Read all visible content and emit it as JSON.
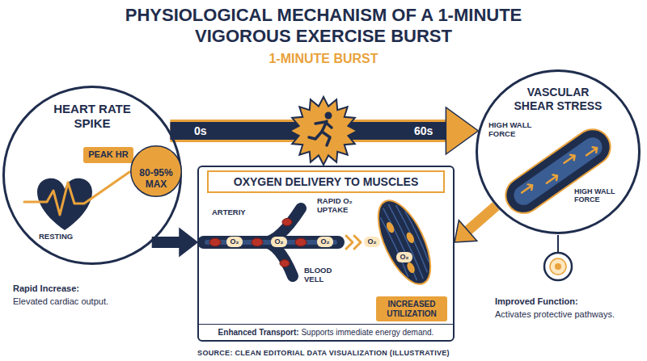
{
  "diagram": {
    "title": "PHYSIOLOGICAL MECHANISM OF A 1-MINUTE VIGOROUS EXERCISE BURST",
    "caption": "SOURCE: CLEAN EDITORIAL DATA VISUALIZATION (ILLUSTRATIVE)",
    "nodes": [
      {
        "text": [
          "HEART RATE SPIKE"
        ]
      },
      {
        "text": [
          "PEAK HR"
        ],
        "in": 0
      },
      {
        "text": [
          "80-95% MAX"
        ],
        "in": 0
      },
      {
        "text": [
          "OXYGEN DELIVERY TO MUSCLES",
          "Enhanced Transport:",
          "Supports immediate energy demand."
        ]
      },
      {
        "text": [
          "INCREASED UTILIZATION"
        ],
        "in": 3
      },
      {
        "text": [
          "VASCULAR SHEAR STRESS"
        ]
      }
    ],
    "edges": [
      {
        "from": 0,
        "to": 5,
        "arrow": "to"
      },
      {
        "from": 0,
        "to": 3,
        "arrow": "to"
      },
      {
        "from": 5,
        "to": 3,
        "arrow": "to"
      }
    ],
    "labels": [
      "1-MINUTE BURST",
      "0s",
      "60s",
      "RESTING",
      "Rapid Increase:",
      "Elevated cardiac output.",
      "ARTERIY",
      "O₂",
      "O₂",
      "O₂",
      "O₂",
      "O₂",
      "RAPID O₂ UPTAKE",
      "BLOOD VELL",
      "HIGH WALL FORCE",
      "HIGH WALL FORCE",
      "Improved Function:",
      "Activates protective pathways."
    ]
  }
}
